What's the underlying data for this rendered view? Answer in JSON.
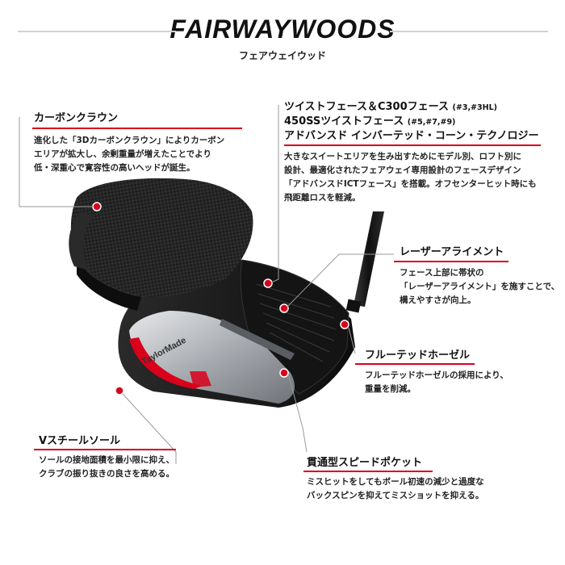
{
  "header": {
    "title": "FAIRWAYWOODS",
    "subtitle": "フェアウェイウッド"
  },
  "club_graphic": {
    "head_logo_text": "TaylorMade"
  },
  "features": {
    "carbon_crown": {
      "title": "カーボンクラウン",
      "body": [
        "進化した「3Dカーボンクラウン」によりカーボン",
        "エリアが拡大し、余剰重量が増えたことでより",
        "低・深重心で寛容性の高いヘッドが誕生。"
      ]
    },
    "twist_face": {
      "line1": "ツイストフェース＆C300フェース",
      "line1_note": "(#3,#3HL)",
      "line2": "450SSツイストフェース",
      "line2_note": "(#5,#7,#9)",
      "line3": "アドバンスド インバーテッド・コーン・テクノロジー",
      "body": [
        "大きなスイートエリアを生み出すためにモデル別、ロフト別に",
        "設計、最適化されたフェアウェイ専用設計のフェースデザイン",
        "「アドバンスドICTフェース」を搭載。オフセンターヒット時にも",
        "飛距離ロスを軽減。"
      ]
    },
    "laser_alignment": {
      "title": "レーザーアライメント",
      "body": [
        "フェース上部に帯状の",
        "「レーザーアライメント」を施すことで、",
        "構えやすさが向上。"
      ]
    },
    "fluted_hosel": {
      "title": "フルーテッドホーゼル",
      "body": [
        "フルーテッドホーゼルの採用により、",
        "重量を削減。"
      ]
    },
    "v_steel_sole": {
      "title": "Vスチールソール",
      "body": [
        "ソールの接地面積を最小限に抑え、",
        "クラブの振り抜きの良さを高める。"
      ]
    },
    "speed_pocket": {
      "title": "貫通型スピードポケット",
      "body": [
        "ミスヒットをしてもボール初速の減少と過度な",
        "バックスピンを抑えてミスショットを抑える。"
      ]
    }
  },
  "colors": {
    "accent_red": "#d9001b",
    "leader_line": "#9a9a9a",
    "crown_black": "#1b1b1b",
    "sole_gray": "#b9bcc0"
  }
}
